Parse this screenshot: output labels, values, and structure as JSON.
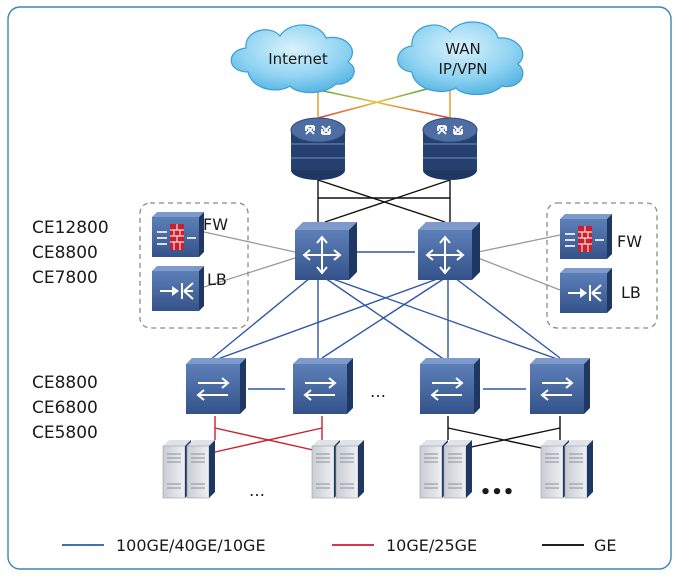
{
  "clouds": {
    "internet": "Internet",
    "wan_line1": "WAN",
    "wan_line2": "IP/VPN"
  },
  "core_models": [
    "CE12800",
    "CE8800",
    "CE7800"
  ],
  "access_models": [
    "CE8800",
    "CE6800",
    "CE5800"
  ],
  "services": {
    "left_fw": "FW",
    "left_lb": "LB",
    "right_fw": "FW",
    "right_lb": "LB"
  },
  "ellipsis": {
    "access_row": "…",
    "server_left": "…",
    "server_right": "•••"
  },
  "legend": [
    {
      "label": "100GE/40GE/10GE",
      "color": "#2e57a6"
    },
    {
      "label": "10GE/25GE",
      "color": "#c8202f"
    },
    {
      "label": "GE",
      "color": "#000000"
    }
  ],
  "colors": {
    "frame_border": "#3d86b0",
    "device_top": "#4e6ea3",
    "device_front": "#253f6e",
    "cloud": "#6ec6ee",
    "dashed_box": "#8a8a8a"
  }
}
